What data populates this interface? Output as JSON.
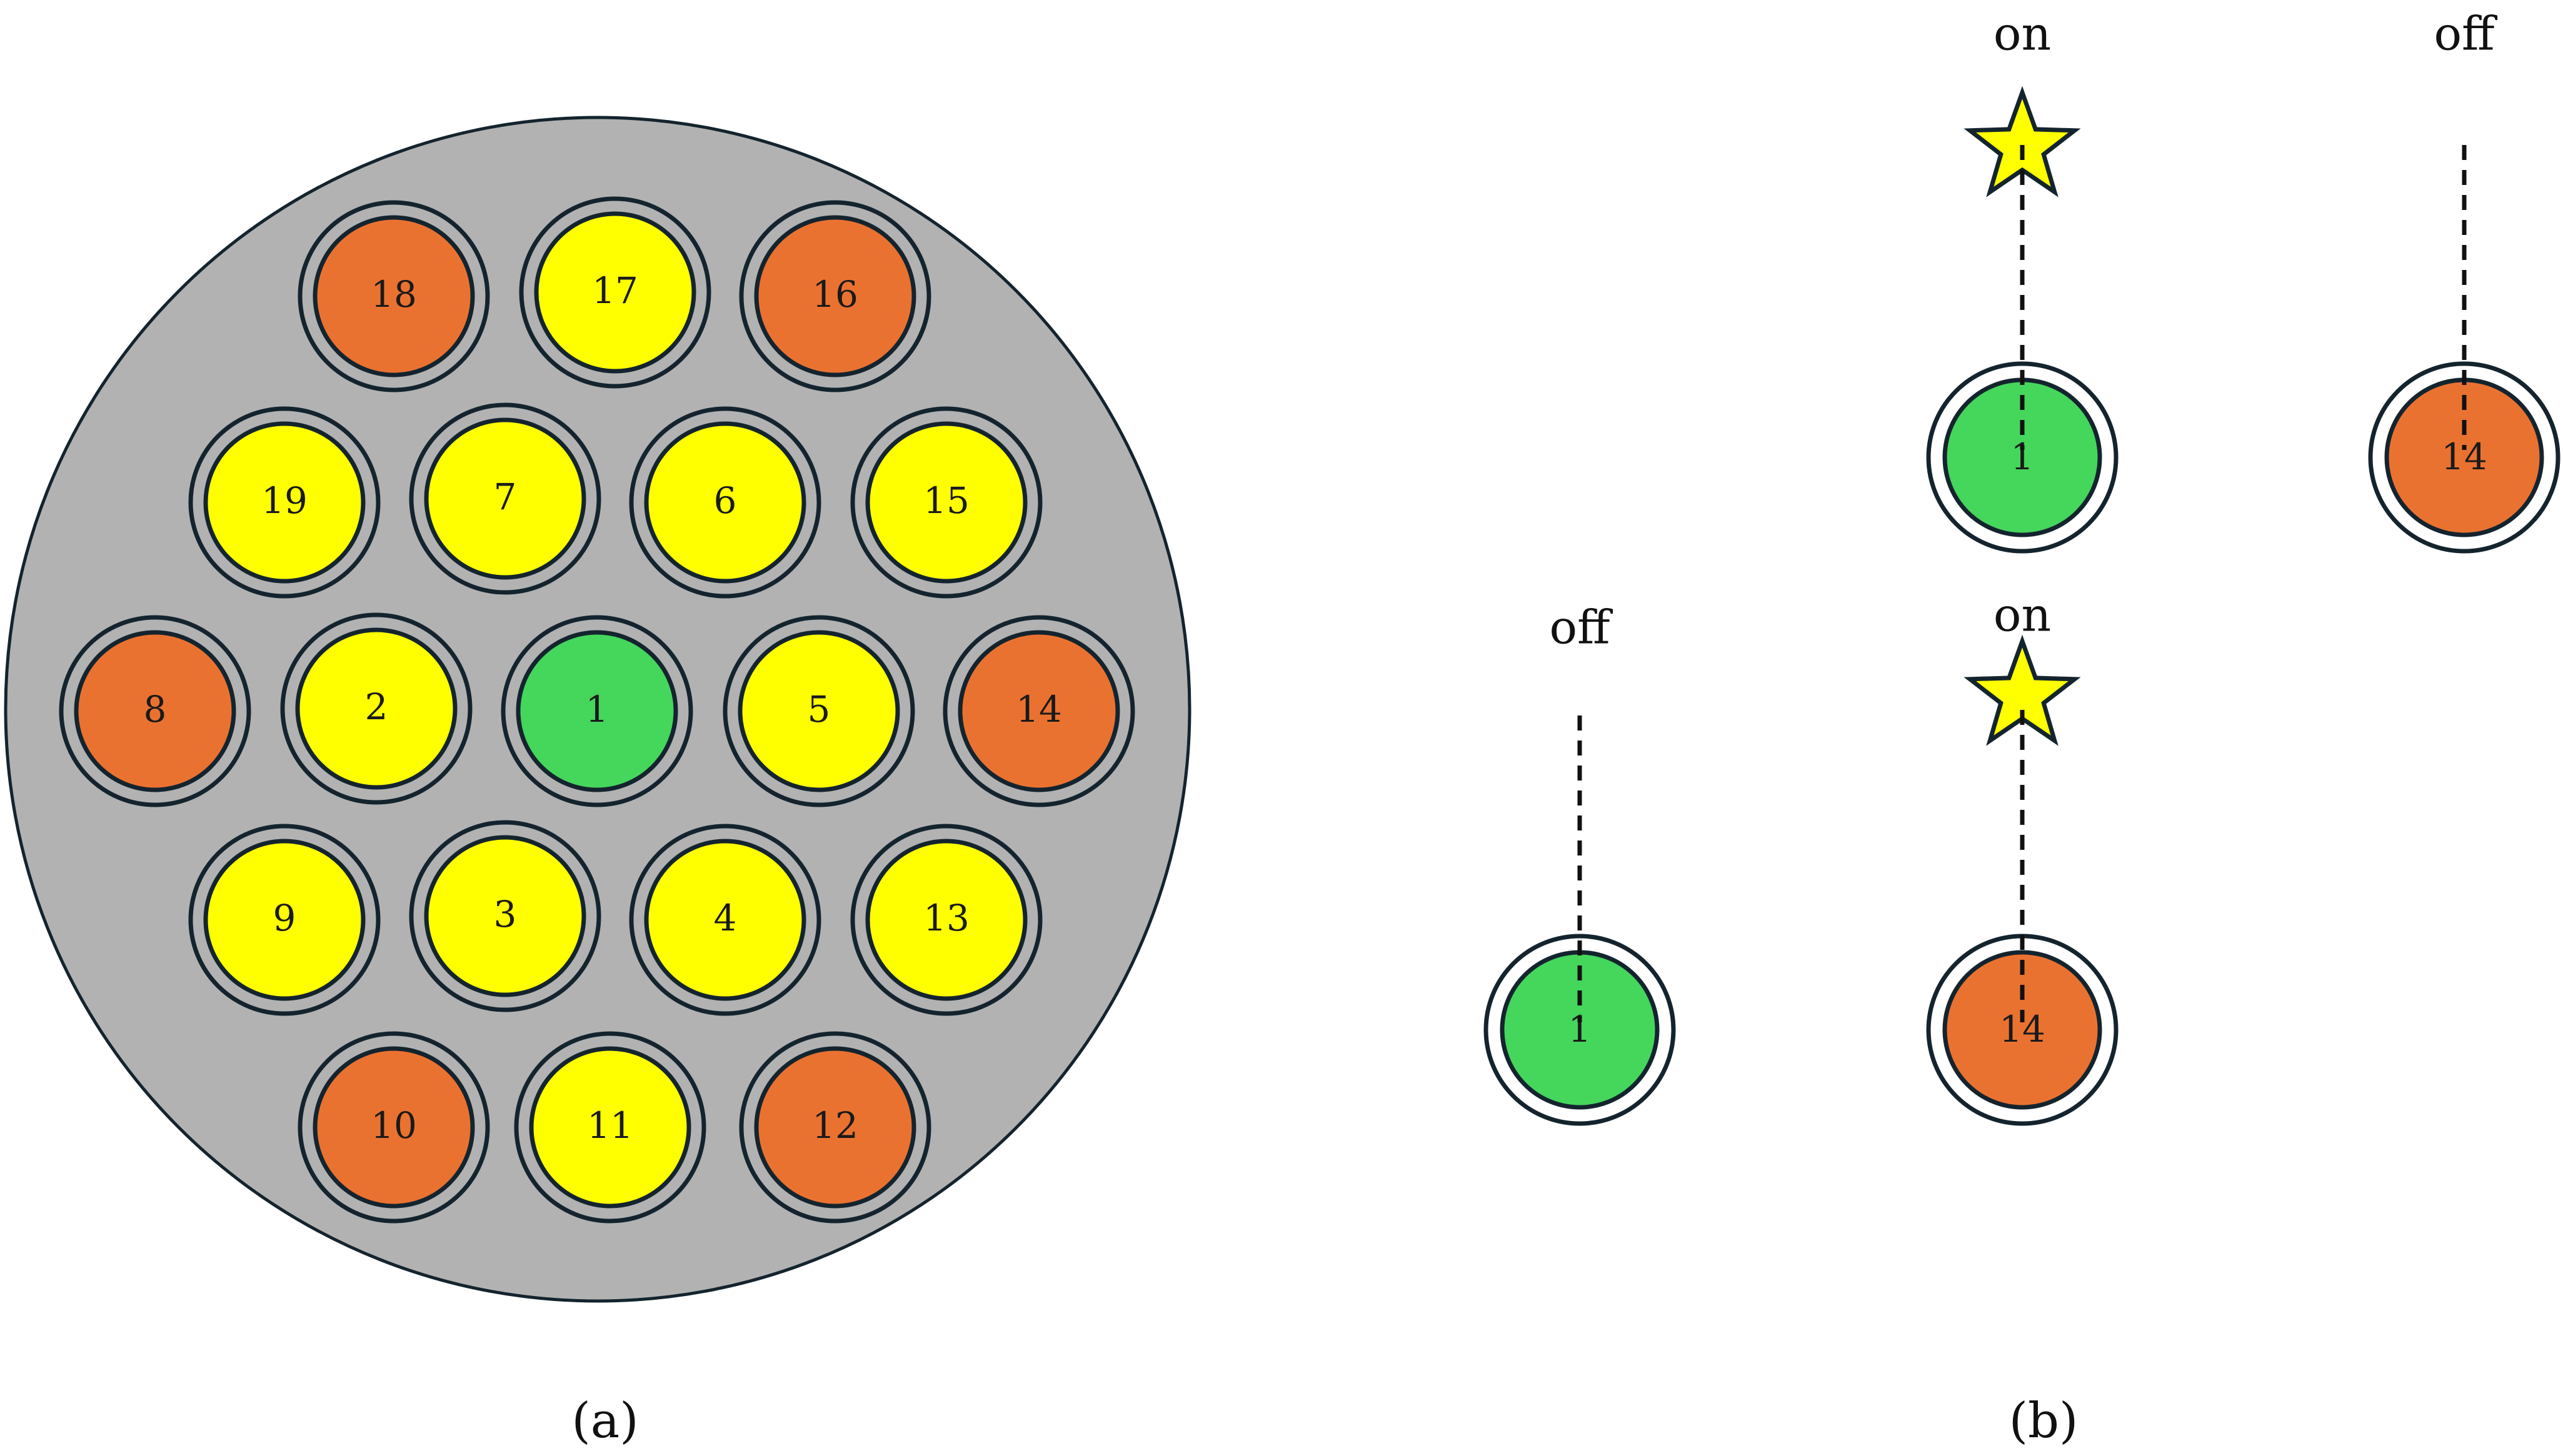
{
  "colors": {
    "panel_background": "#b2b2b2",
    "outline": "#14242e",
    "green": "#45d65c",
    "yellow": "#ffff00",
    "orange": "#ea7230",
    "star": "#ffff00"
  },
  "assembly": {
    "rods": [
      {
        "id": "18",
        "type": "orange"
      },
      {
        "id": "17",
        "type": "yellow"
      },
      {
        "id": "16",
        "type": "orange"
      },
      {
        "id": "19",
        "type": "yellow"
      },
      {
        "id": "7",
        "type": "yellow"
      },
      {
        "id": "6",
        "type": "yellow"
      },
      {
        "id": "15",
        "type": "yellow"
      },
      {
        "id": "8",
        "type": "orange"
      },
      {
        "id": "2",
        "type": "yellow"
      },
      {
        "id": "1",
        "type": "green"
      },
      {
        "id": "5",
        "type": "yellow"
      },
      {
        "id": "14",
        "type": "orange"
      },
      {
        "id": "9",
        "type": "yellow"
      },
      {
        "id": "3",
        "type": "yellow"
      },
      {
        "id": "4",
        "type": "yellow"
      },
      {
        "id": "13",
        "type": "yellow"
      },
      {
        "id": "10",
        "type": "orange"
      },
      {
        "id": "11",
        "type": "yellow"
      },
      {
        "id": "12",
        "type": "orange"
      }
    ]
  },
  "states": [
    {
      "label": "off",
      "rod": "1",
      "type": "green",
      "star": false
    },
    {
      "label": "on",
      "rod": "1",
      "type": "green",
      "star": true
    },
    {
      "label": "on",
      "rod": "14",
      "type": "orange",
      "star": true
    },
    {
      "label": "off",
      "rod": "14",
      "type": "orange",
      "star": false
    }
  ],
  "captions": {
    "a": "(a)",
    "b": "(b)"
  }
}
